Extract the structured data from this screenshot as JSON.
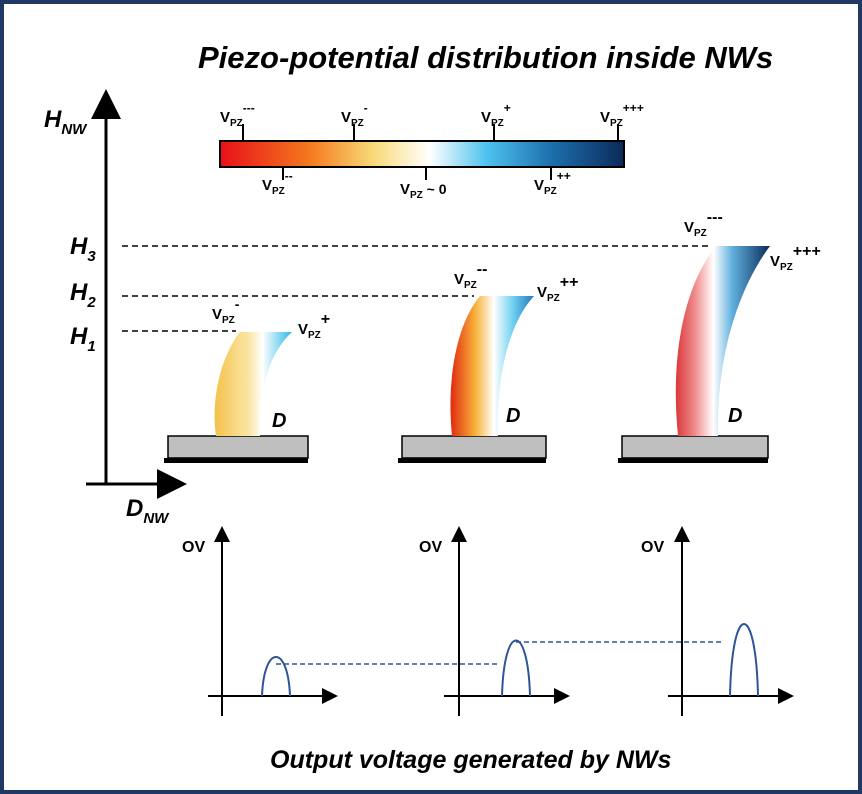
{
  "title": "Piezo-potential distribution inside NWs",
  "footer": "Output voltage generated by NWs",
  "axes": {
    "y_main": "H",
    "y_sub": "NW",
    "x_main": "D",
    "x_sub": "NW",
    "levels": [
      {
        "main": "H",
        "sub": "3"
      },
      {
        "main": "H",
        "sub": "2"
      },
      {
        "main": "H",
        "sub": "1"
      }
    ]
  },
  "colorbar": {
    "colors": [
      "#e8101a",
      "#f7d25a",
      "#ffffff",
      "#39b5e6",
      "#0b2a5a"
    ],
    "top_labels": [
      {
        "base": "V",
        "sub": "PZ",
        "sup": "---"
      },
      {
        "base": "V",
        "sub": "PZ",
        "sup": "-"
      },
      {
        "base": "V",
        "sub": "PZ",
        "sup": "+"
      },
      {
        "base": "V",
        "sub": "PZ",
        "sup": "+++"
      }
    ],
    "bottom_labels": [
      {
        "base": "V",
        "sub": "PZ",
        "sup": "--"
      },
      {
        "base": "V",
        "sub": "PZ",
        "sup": "",
        "suffix": " ~ 0"
      },
      {
        "base": "V",
        "sub": "PZ",
        "sup": "++"
      }
    ]
  },
  "nanowires": [
    {
      "left": {
        "base": "V",
        "sub": "PZ",
        "sup": "-"
      },
      "right": {
        "base": "V",
        "sub": "PZ",
        "sup": "+"
      },
      "d_label": "D"
    },
    {
      "left": {
        "base": "V",
        "sub": "PZ",
        "sup": "--"
      },
      "right": {
        "base": "V",
        "sub": "PZ",
        "sup": "++"
      },
      "d_label": "D"
    },
    {
      "left": {
        "base": "V",
        "sub": "PZ",
        "sup": "---"
      },
      "right": {
        "base": "V",
        "sub": "PZ",
        "sup": "+++"
      },
      "d_label": "D"
    }
  ],
  "ov_label": "OV",
  "pulses": [
    {
      "peak": 1
    },
    {
      "peak": 2
    },
    {
      "peak": 3
    }
  ],
  "colors": {
    "frame": "#1f3864",
    "pulse": "#2f5597",
    "substrate": "#bfbfbf"
  }
}
